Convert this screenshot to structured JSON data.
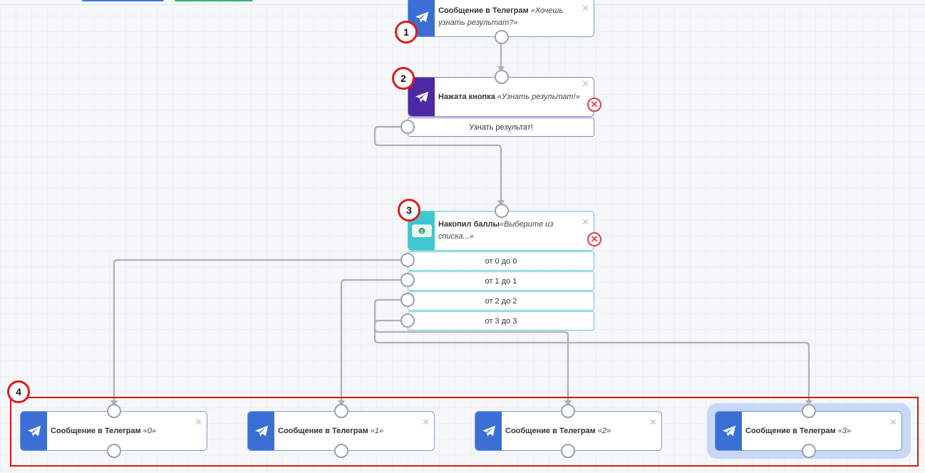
{
  "nodes": {
    "msg_top": {
      "title": "Сообщение в Телеграм",
      "param": "«Хочешь узнать результат?»"
    },
    "button": {
      "title": "Нажата кнопка",
      "param": "«Узнать результат!»",
      "option": "Узнать результат!"
    },
    "points": {
      "title": "Накопил баллы",
      "param": "«Выберите из списка...»",
      "options": [
        "от 0 до 0",
        "от 1 до 1",
        "от 2 до 2",
        "от 3 до 3"
      ]
    },
    "outputs": [
      {
        "title": "Сообщение в Телеграм",
        "param": "«0»"
      },
      {
        "title": "Сообщение в Телеграм",
        "param": "«1»"
      },
      {
        "title": "Сообщение в Телеграм",
        "param": "«2»"
      },
      {
        "title": "Сообщение в Телеграм",
        "param": "«3»"
      }
    ]
  },
  "badges": [
    "1",
    "2",
    "3",
    "4"
  ],
  "close_symbol": "✕",
  "delete_symbol": "✕",
  "icons": {
    "telegram": "telegram-plane-icon",
    "money": "money-icon",
    "close": "close-icon",
    "delete": "delete-icon"
  },
  "colors": {
    "telegram": "#3b6fd6",
    "button": "#4b2aa3",
    "points": "#3fc6d0",
    "wire": "#a9b0b8",
    "badge": "#e01b1b"
  }
}
